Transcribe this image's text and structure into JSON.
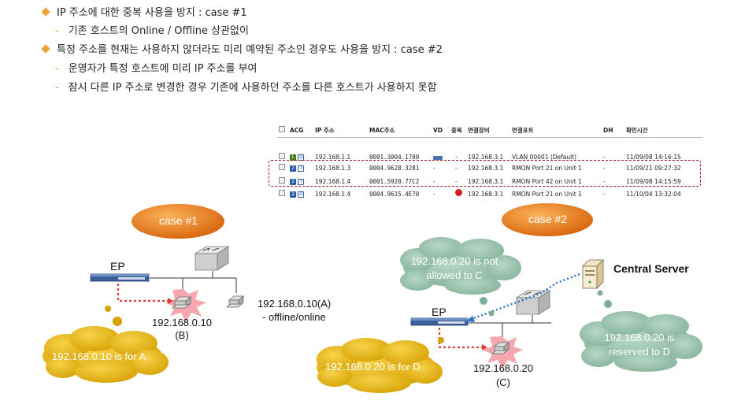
{
  "bullets": [
    {
      "text": "IP 주소에 대한 중복 사용을 방지 : case #1",
      "subs": [
        "기존 호스트의 Online / Offline 상관없이"
      ]
    },
    {
      "text": "특정 주소를 현재는 사용하지 않더라도 미리 예약된 주소인 경우도 사용을 방지 : case #2",
      "subs": [
        "운영자가 특정 호스트에 미리 IP 주소를 부여",
        "잠시 다른 IP 주소로 변경한 경우 기존에 사용하던 주소를 다른 호스트가 사용하지 못함"
      ]
    }
  ],
  "table": {
    "headers": [
      "ACG",
      "IP 주소",
      "MAC주소",
      "VD",
      "중복",
      "연결장비",
      "연결포트",
      "DH",
      "확인시간"
    ],
    "rows": [
      {
        "icon1": "L",
        "icon2": "D",
        "ip": "192.168.1.1",
        "mac": "0001.3004.1700",
        "vd": "net",
        "dup": "-",
        "dev": "192.168.3.1",
        "port": "VLAN 00001 (Default)",
        "dh": "-",
        "time": "11/09/08 14:16:15"
      },
      {
        "icon1": "2",
        "icon2": "I",
        "ip": "192.168.1.3",
        "mac": "0004.9628.3281",
        "vd": "-",
        "dup": "-",
        "dev": "192.168.3.1",
        "port": "RMON Port 21 on Unit 1",
        "dh": "-",
        "time": "11/09/21 09:27:32"
      },
      {
        "icon1": "2",
        "icon2": "I",
        "ip": "192.168.1.4",
        "mac": "0001.5920.77C2",
        "vd": "-",
        "dup": "-",
        "dev": "192.168.3.1",
        "port": "RMON Port 42 on Unit 1",
        "dh": "-",
        "time": "11/09/08 14:15:59"
      },
      {
        "icon1": "2",
        "icon2": "D",
        "ip": "192.168.1.4",
        "mac": "0004.9615.4E70",
        "vd": "-",
        "dup": "!",
        "dev": "192.168.3.1",
        "port": "RMON Port 21 on Unit 1",
        "dh": "-",
        "time": "11/10/04 13:32:04"
      }
    ]
  },
  "case1": {
    "title": "case #1",
    "ep": "EP",
    "host_b_ip": "192.168.0.10",
    "host_b_tag": "(B)",
    "host_a_ip": "192.168.0.10(A)",
    "host_a_state": "- offline/online",
    "bubble": "192.168.0.10 is for A"
  },
  "case2": {
    "title": "case #2",
    "ep": "EP",
    "server": "Central Server",
    "bubble_not_allowed": "192.168.0.20 is not allowed to  C",
    "bubble_reserved": "192.168.0.20 is reserved to D",
    "bubble_for_d": "192.168.0.20 is for D",
    "host_c_ip": "192.168.0.20",
    "host_c_tag": "(C)"
  },
  "colors": {
    "accent": "#e8a33a",
    "orange": "#e37a12",
    "gold": "#e6b400",
    "teal": "#8dbaa4",
    "red_dot": "#e23a3a",
    "blue_dot": "#2a6fc4"
  }
}
